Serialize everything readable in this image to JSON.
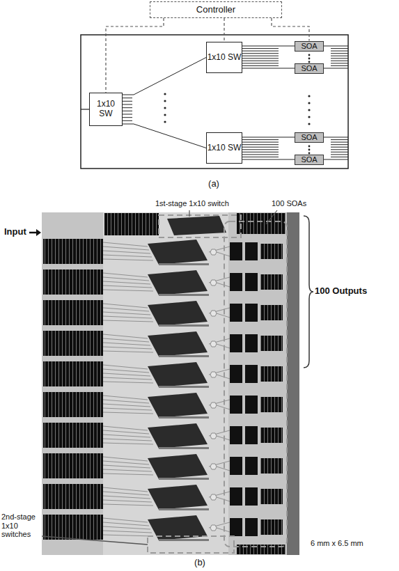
{
  "diagram": {
    "nodes": [
      {
        "text": [
          "Controller"
        ]
      },
      {
        "text": [
          "1x10 SW"
        ]
      },
      {
        "text": [
          "1x10 SW"
        ]
      },
      {
        "text": [
          "1x10 SW"
        ]
      },
      {
        "text": [
          "SOA"
        ]
      },
      {
        "text": [
          "SOA"
        ]
      },
      {
        "text": [
          "SOA"
        ]
      },
      {
        "text": [
          "SOA"
        ]
      }
    ],
    "edges": [
      {
        "from": 0,
        "to": 1,
        "arrow": "none"
      },
      {
        "from": 0,
        "to": 2,
        "arrow": "none"
      },
      {
        "from": 0,
        "to": 4,
        "arrow": "none"
      },
      {
        "from": 1,
        "to": 2,
        "arrow": "none"
      },
      {
        "from": 1,
        "to": 3,
        "arrow": "none"
      },
      {
        "from": 2,
        "to": 4,
        "arrow": "none"
      },
      {
        "from": 2,
        "to": 5,
        "arrow": "none"
      },
      {
        "from": 3,
        "to": 6,
        "arrow": "none"
      },
      {
        "from": 3,
        "to": 7,
        "arrow": "none"
      }
    ],
    "labels": [
      "(a)",
      "1st-stage 1x10 switch",
      "100 SOAs",
      "Input",
      "100 Outputs",
      "2nd-stage 1x10 switches",
      "6 mm x 6.5 mm",
      "(b)"
    ]
  }
}
